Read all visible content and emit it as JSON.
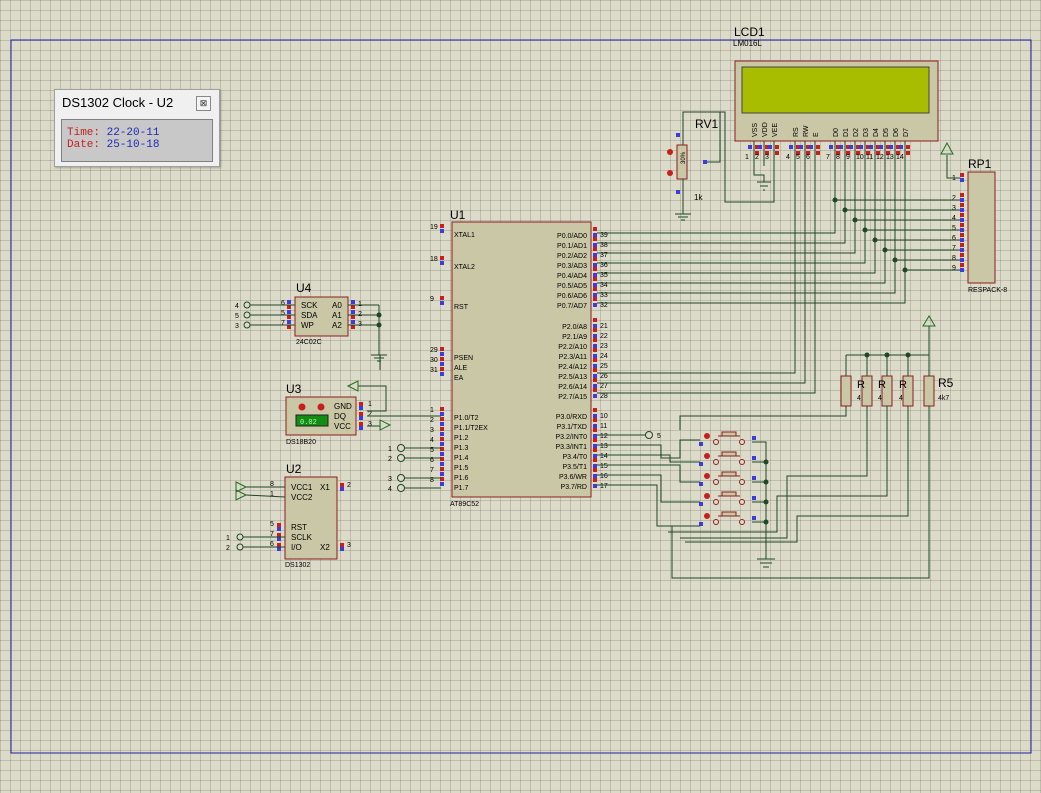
{
  "popup": {
    "title": "DS1302 Clock - U2",
    "close_glyph": "⊠",
    "time_label": "Time: ",
    "time_value": "22-20-11",
    "date_label": "Date: ",
    "date_value": "25-10-18"
  },
  "lcd": {
    "ref": "LCD1",
    "part": "LM016L",
    "pin_names": [
      "VSS",
      "VDD",
      "VEE",
      "RS",
      "RW",
      "E",
      "D0",
      "D1",
      "D2",
      "D3",
      "D4",
      "D5",
      "D6",
      "D7"
    ],
    "pin_numbers": [
      "1",
      "2",
      "3",
      "4",
      "5",
      "6",
      "7",
      "8",
      "9",
      "10",
      "11",
      "12",
      "13",
      "14"
    ],
    "screen_color": "#a9bd00"
  },
  "rv1": {
    "ref": "RV1",
    "value": "1k",
    "percent": "30%"
  },
  "rp1": {
    "ref": "RP1",
    "part": "RESPACK-8",
    "pin_numbers": [
      "1",
      "2",
      "3",
      "4",
      "5",
      "6",
      "7",
      "8",
      "9"
    ]
  },
  "u1": {
    "ref": "U1",
    "part": "AT89C52",
    "left_pins": [
      {
        "num": "19",
        "name": "XTAL1"
      },
      {
        "num": "18",
        "name": "XTAL2"
      },
      {
        "num": "9",
        "name": "RST"
      },
      {
        "num": "29",
        "name": "PSEN"
      },
      {
        "num": "30",
        "name": "ALE"
      },
      {
        "num": "31",
        "name": "EA"
      },
      {
        "num": "1",
        "name": "P1.0/T2"
      },
      {
        "num": "2",
        "name": "P1.1/T2EX"
      },
      {
        "num": "3",
        "name": "P1.2"
      },
      {
        "num": "4",
        "name": "P1.3"
      },
      {
        "num": "5",
        "name": "P1.4"
      },
      {
        "num": "6",
        "name": "P1.5"
      },
      {
        "num": "7",
        "name": "P1.6"
      },
      {
        "num": "8",
        "name": "P1.7"
      }
    ],
    "right_pins": [
      {
        "num": "39",
        "name": "P0.0/AD0"
      },
      {
        "num": "38",
        "name": "P0.1/AD1"
      },
      {
        "num": "37",
        "name": "P0.2/AD2"
      },
      {
        "num": "36",
        "name": "P0.3/AD3"
      },
      {
        "num": "35",
        "name": "P0.4/AD4"
      },
      {
        "num": "34",
        "name": "P0.5/AD5"
      },
      {
        "num": "33",
        "name": "P0.6/AD6"
      },
      {
        "num": "32",
        "name": "P0.7/AD7"
      },
      {
        "num": "21",
        "name": "P2.0/A8"
      },
      {
        "num": "22",
        "name": "P2.1/A9"
      },
      {
        "num": "23",
        "name": "P2.2/A10"
      },
      {
        "num": "24",
        "name": "P2.3/A11"
      },
      {
        "num": "25",
        "name": "P2.4/A12"
      },
      {
        "num": "26",
        "name": "P2.5/A13"
      },
      {
        "num": "27",
        "name": "P2.6/A14"
      },
      {
        "num": "28",
        "name": "P2.7/A15"
      },
      {
        "num": "10",
        "name": "P3.0/RXD"
      },
      {
        "num": "11",
        "name": "P3.1/TXD"
      },
      {
        "num": "12",
        "name": "P3.2/INT0"
      },
      {
        "num": "13",
        "name": "P3.3/INT1"
      },
      {
        "num": "14",
        "name": "P3.4/T0"
      },
      {
        "num": "15",
        "name": "P3.5/T1"
      },
      {
        "num": "16",
        "name": "P3.6/WR"
      },
      {
        "num": "17",
        "name": "P3.7/RD"
      }
    ]
  },
  "u4": {
    "ref": "U4",
    "part": "24C02C",
    "left_pins": [
      {
        "num": "6",
        "name": "SCK"
      },
      {
        "num": "5",
        "name": "SDA"
      },
      {
        "num": "7",
        "name": "WP"
      }
    ],
    "right_pins": [
      {
        "num": "1",
        "name": "A0"
      },
      {
        "num": "2",
        "name": "A1"
      },
      {
        "num": "3",
        "name": "A2"
      }
    ],
    "terminals": [
      "4",
      "5",
      "3"
    ]
  },
  "u3": {
    "ref": "U3",
    "part": "DS18B20",
    "display": "0.02",
    "pins": [
      {
        "num": "1",
        "name": "GND"
      },
      {
        "num": "2",
        "name": "DQ"
      },
      {
        "num": "3",
        "name": "VCC"
      }
    ]
  },
  "u2": {
    "ref": "U2",
    "part": "DS1302",
    "left_pins": [
      {
        "num": "8",
        "name": "VCC1"
      },
      {
        "num": "1",
        "name": "VCC2"
      },
      {
        "num": "5",
        "name": "RST"
      },
      {
        "num": "7",
        "name": "SCLK"
      },
      {
        "num": "6",
        "name": "I/O"
      }
    ],
    "right_pins": [
      {
        "num": "2",
        "name": "X1"
      },
      {
        "num": "3",
        "name": "X2"
      }
    ],
    "terminals": [
      "1",
      "2"
    ]
  },
  "p1_terminals": [
    "1",
    "2",
    "1",
    "2",
    "3",
    "4"
  ],
  "int_terminal": "5",
  "r5": {
    "ref": "R5",
    "value": "4k7",
    "partial_labels": [
      "R",
      "R",
      "R"
    ],
    "partial_values": [
      "4",
      "4",
      "4"
    ]
  }
}
